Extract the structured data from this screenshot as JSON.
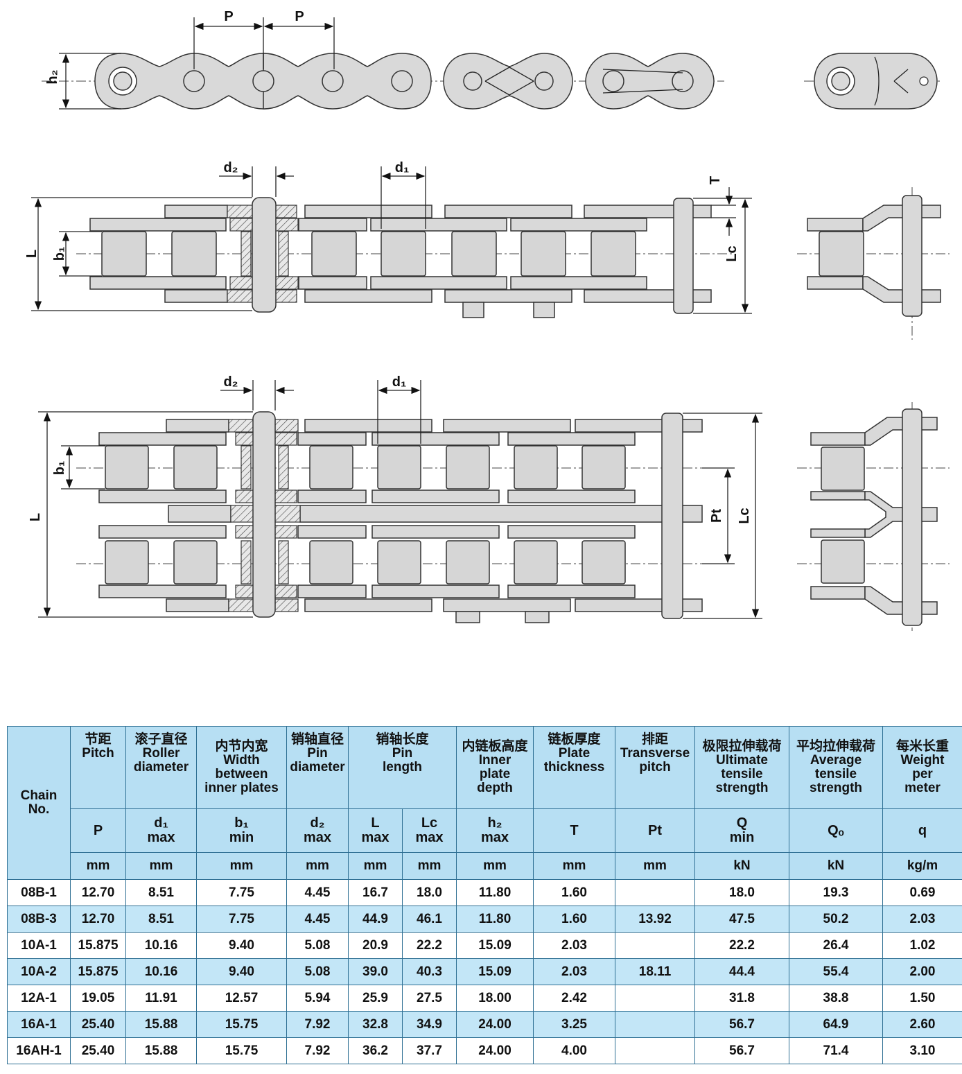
{
  "drawing": {
    "labels": {
      "p": "P",
      "h2": "h₂",
      "d2": "d₂",
      "d1": "d₁",
      "T": "T",
      "L": "L",
      "b1": "b₁",
      "Lc": "Lc",
      "Pt": "Pt"
    }
  },
  "table": {
    "chain_no": [
      "Chain",
      "No."
    ],
    "columns": [
      {
        "zh": "节距",
        "en": [
          "Pitch"
        ]
      },
      {
        "zh": "滚子直径",
        "en": [
          "Roller",
          "diameter"
        ]
      },
      {
        "zh": "内节内宽",
        "en": [
          "Width",
          "between",
          "inner plates"
        ]
      },
      {
        "zh": "销轴直径",
        "en": [
          "Pin",
          "diameter"
        ]
      },
      {
        "zh": "销轴长度",
        "en": [
          "Pin",
          "length"
        ]
      },
      {
        "zh": "内链板高度",
        "en": [
          "Inner",
          "plate",
          "depth"
        ]
      },
      {
        "zh": "链板厚度",
        "en": [
          "Plate",
          "thickness"
        ]
      },
      {
        "zh": "排距",
        "en": [
          "Transverse",
          "pitch"
        ]
      },
      {
        "zh": "极限拉伸载荷",
        "en": [
          "Ultimate",
          "tensile",
          "strength"
        ]
      },
      {
        "zh": "平均拉伸载荷",
        "en": [
          "Average",
          "tensile",
          "strength"
        ]
      },
      {
        "zh": "每米长重",
        "en": [
          "Weight",
          "per",
          "meter"
        ]
      }
    ],
    "symbols": [
      [
        "P",
        ""
      ],
      [
        "d₁",
        "max"
      ],
      [
        "b₁",
        "min"
      ],
      [
        "d₂",
        "max"
      ],
      [
        "L",
        "max"
      ],
      [
        "Lc",
        "max"
      ],
      [
        "h₂",
        "max"
      ],
      [
        "T",
        ""
      ],
      [
        "Pt",
        ""
      ],
      [
        "Q",
        "min"
      ],
      [
        "Qₒ",
        ""
      ],
      [
        "q",
        ""
      ]
    ],
    "units": [
      "mm",
      "mm",
      "mm",
      "mm",
      "mm",
      "mm",
      "mm",
      "mm",
      "mm",
      "kN",
      "kN",
      "kg/m"
    ],
    "rows": [
      [
        "08B-1",
        "12.70",
        "8.51",
        "7.75",
        "4.45",
        "16.7",
        "18.0",
        "11.80",
        "1.60",
        "",
        "18.0",
        "19.3",
        "0.69"
      ],
      [
        "08B-3",
        "12.70",
        "8.51",
        "7.75",
        "4.45",
        "44.9",
        "46.1",
        "11.80",
        "1.60",
        "13.92",
        "47.5",
        "50.2",
        "2.03"
      ],
      [
        "10A-1",
        "15.875",
        "10.16",
        "9.40",
        "5.08",
        "20.9",
        "22.2",
        "15.09",
        "2.03",
        "",
        "22.2",
        "26.4",
        "1.02"
      ],
      [
        "10A-2",
        "15.875",
        "10.16",
        "9.40",
        "5.08",
        "39.0",
        "40.3",
        "15.09",
        "2.03",
        "18.11",
        "44.4",
        "55.4",
        "2.00"
      ],
      [
        "12A-1",
        "19.05",
        "11.91",
        "12.57",
        "5.94",
        "25.9",
        "27.5",
        "18.00",
        "2.42",
        "",
        "31.8",
        "38.8",
        "1.50"
      ],
      [
        "16A-1",
        "25.40",
        "15.88",
        "15.75",
        "7.92",
        "32.8",
        "34.9",
        "24.00",
        "3.25",
        "",
        "56.7",
        "64.9",
        "2.60"
      ],
      [
        "16AH-1",
        "25.40",
        "15.88",
        "15.75",
        "7.92",
        "36.2",
        "37.7",
        "24.00",
        "4.00",
        "",
        "56.7",
        "71.4",
        "3.10"
      ]
    ]
  }
}
